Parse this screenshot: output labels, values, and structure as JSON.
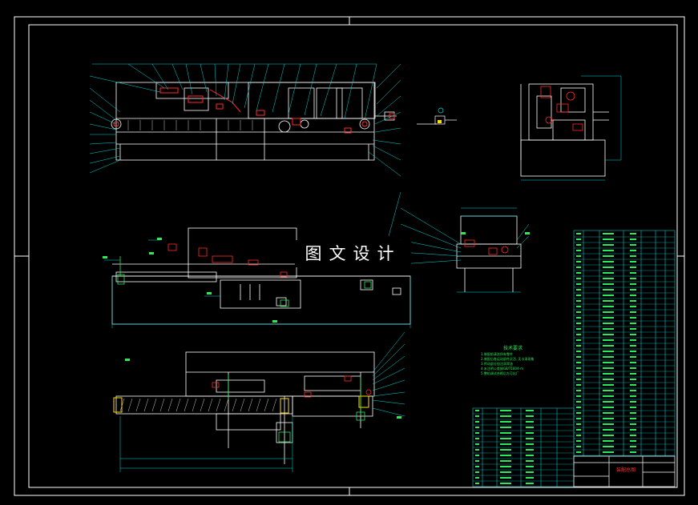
{
  "watermark": {
    "text": "图文设计"
  },
  "notes": {
    "title": "技术要求",
    "lines": [
      "1.装配前清洗所有零件",
      "2.装配后各运动部件灵活, 无卡滞现象",
      "3.传动部分加注润滑油",
      "4.未注明公差按GB/T1804-m",
      "5.整机调试合格后方可出厂"
    ]
  },
  "title_block": {
    "drawing_name": "装配总图"
  },
  "colors": {
    "background": "#000000",
    "frame": "#ffffff",
    "leader": "#00d8d8",
    "part": "#ffffff",
    "highlight": "#ff2a2a",
    "table_line": "#00c8c8",
    "table_text": "#2ee85a",
    "accent": "#ffe000"
  }
}
